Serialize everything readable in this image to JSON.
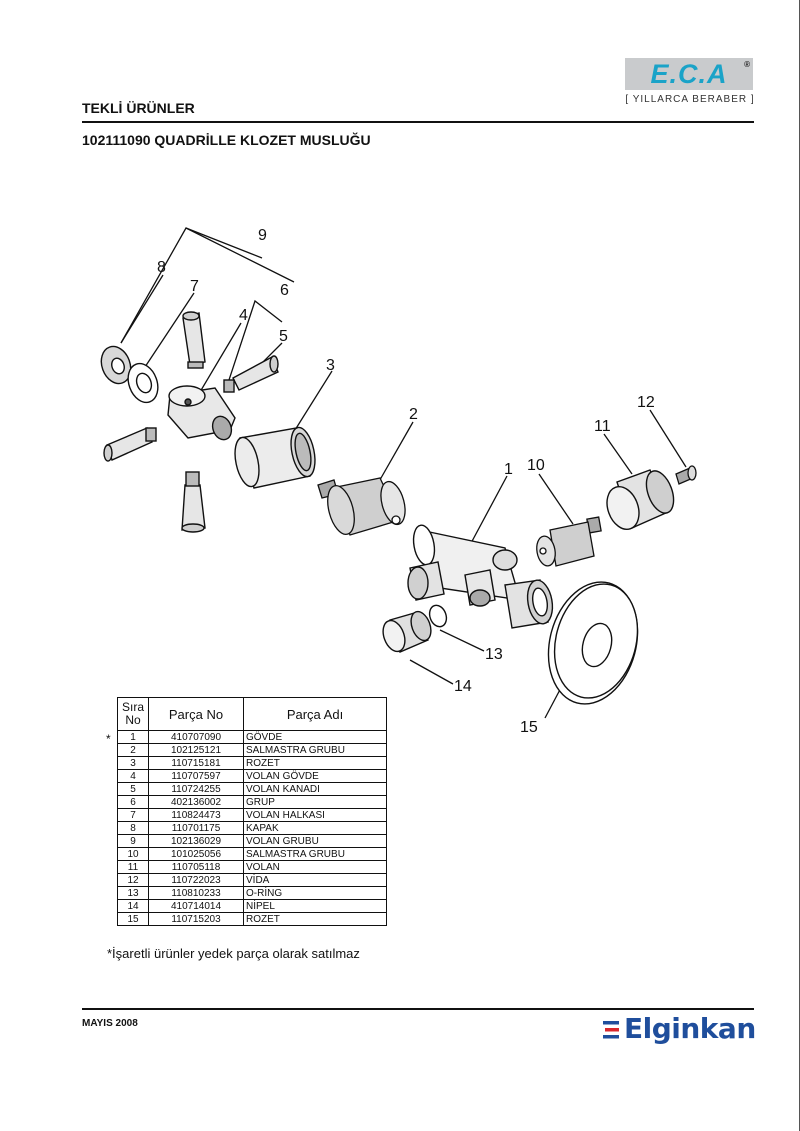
{
  "header": {
    "logo_text": "E.C.A",
    "logo_reg": "®",
    "tagline": "[ YILLARCA BERABER ]",
    "section_title": "TEKLİ ÜRÜNLER",
    "product_title": "102111090 QUADRİLLE KLOZET MUSLUĞU"
  },
  "diagram": {
    "callouts": [
      "1",
      "2",
      "3",
      "4",
      "5",
      "6",
      "7",
      "8",
      "9",
      "10",
      "11",
      "12",
      "13",
      "14",
      "15"
    ]
  },
  "table": {
    "headers": {
      "no": "Sıra No",
      "part_no": "Parça No",
      "part_name": "Parça Adı"
    },
    "rows": [
      {
        "no": "1",
        "part_no": "410707090",
        "name": "GÖVDE",
        "marked": true
      },
      {
        "no": "2",
        "part_no": "102125121",
        "name": "SALMASTRA GRUBU"
      },
      {
        "no": "3",
        "part_no": "110715181",
        "name": "ROZET"
      },
      {
        "no": "4",
        "part_no": "110707597",
        "name": "VOLAN GÖVDE"
      },
      {
        "no": "5",
        "part_no": "110724255",
        "name": "VOLAN KANADI"
      },
      {
        "no": "6",
        "part_no": "402136002",
        "name": "GRUP"
      },
      {
        "no": "7",
        "part_no": "110824473",
        "name": "VOLAN HALKASI"
      },
      {
        "no": "8",
        "part_no": "110701175",
        "name": "KAPAK"
      },
      {
        "no": "9",
        "part_no": "102136029",
        "name": "VOLAN GRUBU"
      },
      {
        "no": "10",
        "part_no": "101025056",
        "name": "SALMASTRA GRUBU"
      },
      {
        "no": "11",
        "part_no": "110705118",
        "name": "VOLAN"
      },
      {
        "no": "12",
        "part_no": "110722023",
        "name": "VİDA"
      },
      {
        "no": "13",
        "part_no": "110810233",
        "name": "O-RİNG"
      },
      {
        "no": "14",
        "part_no": "410714014",
        "name": "NİPEL"
      },
      {
        "no": "15",
        "part_no": "110715203",
        "name": "ROZET"
      }
    ],
    "star": "*"
  },
  "footnote": "*İşaretli ürünler yedek parça olarak satılmaz",
  "footer": {
    "date": "MAYIS 2008",
    "brand": "Elginkan"
  },
  "colors": {
    "logo_bg": "#c9cbcd",
    "logo_text": "#1aa3c8",
    "brand_blue": "#1f4e9c",
    "brand_red": "#d8262c"
  }
}
